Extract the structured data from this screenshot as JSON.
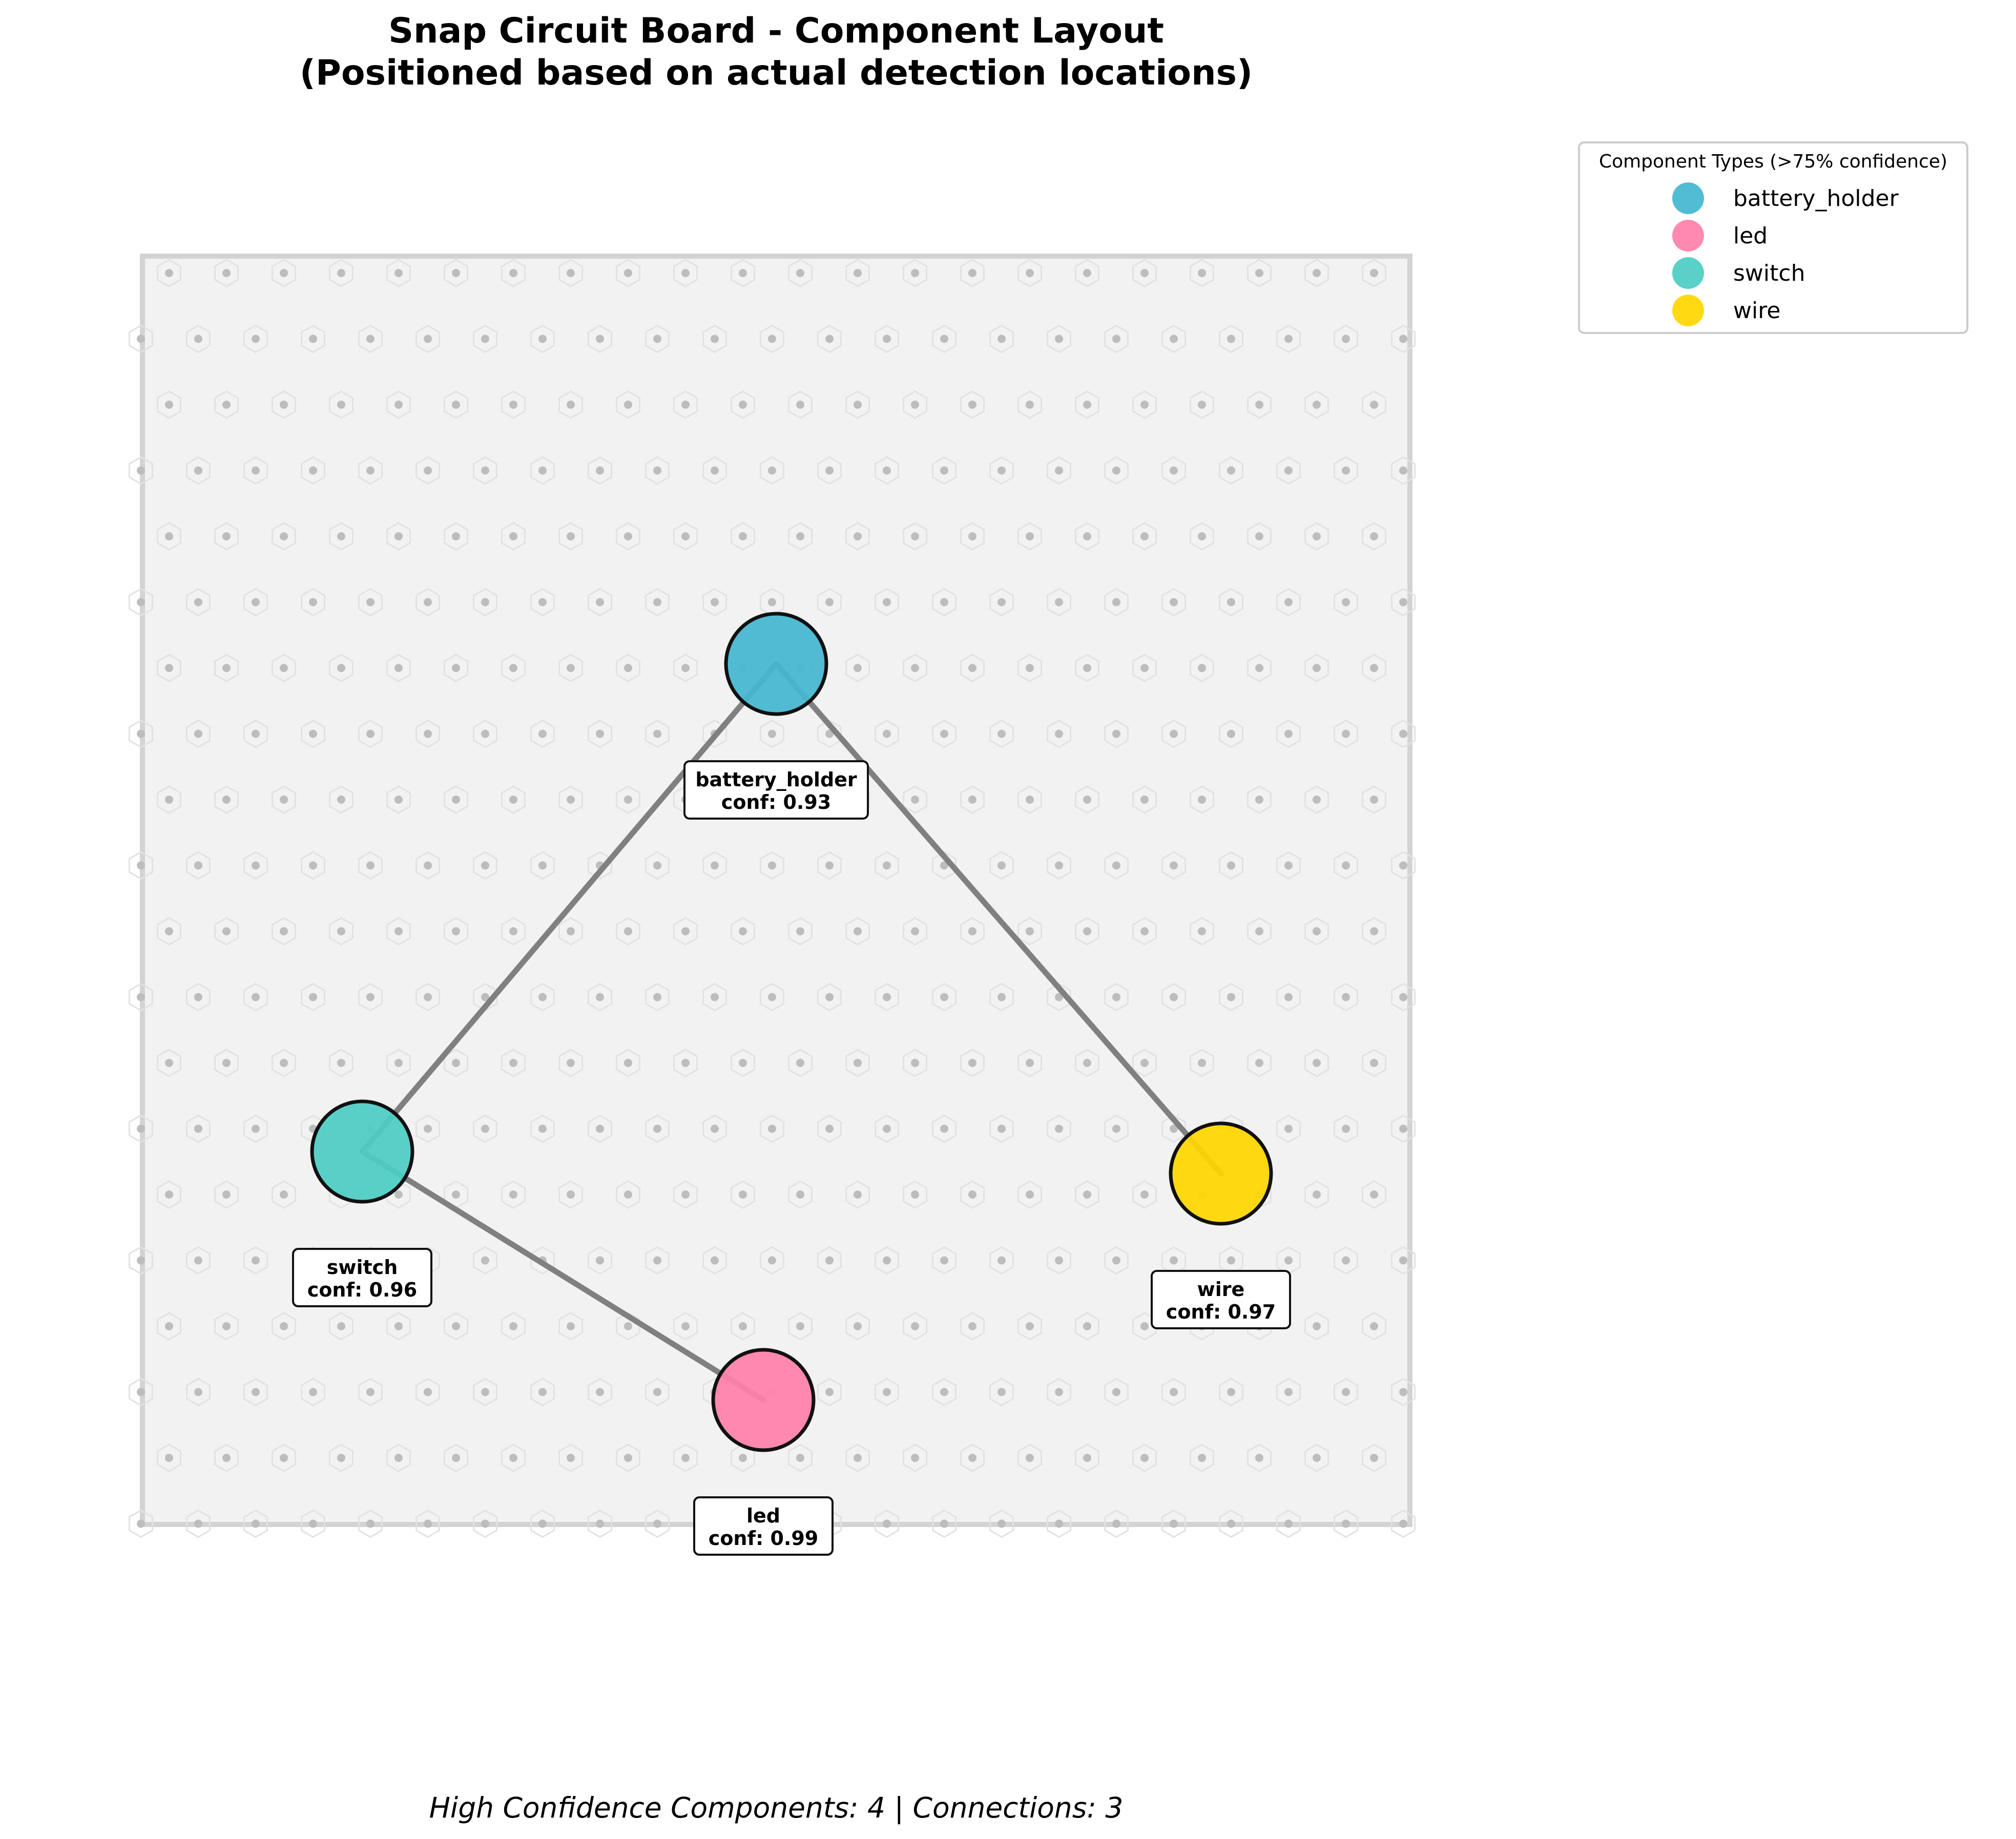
{
  "title": {
    "line1": "Snap Circuit Board - Component Layout",
    "line2": "(Positioned based on actual detection locations)"
  },
  "legend": {
    "title": "Component Types (>75% confidence)",
    "items": [
      {
        "label": "battery_holder",
        "color": "#45B7D1"
      },
      {
        "label": "led",
        "color": "#FF80AB"
      },
      {
        "label": "switch",
        "color": "#4ECDC4"
      },
      {
        "label": "wire",
        "color": "#FFD700"
      }
    ]
  },
  "components": [
    {
      "type": "battery_holder",
      "conf_label": "conf: 0.93",
      "color": "#45B7D1"
    },
    {
      "type": "switch",
      "conf_label": "conf: 0.96",
      "color": "#4ECDC4"
    },
    {
      "type": "wire",
      "conf_label": "conf: 0.97",
      "color": "#FFD700"
    },
    {
      "type": "led",
      "conf_label": "conf: 0.99",
      "color": "#FF80AB"
    }
  ],
  "connections": [
    {
      "from": "battery_holder",
      "to": "switch"
    },
    {
      "from": "battery_holder",
      "to": "wire"
    },
    {
      "from": "switch",
      "to": "led"
    }
  ],
  "footer": "High Confidence Components: 4 | Connections: 3"
}
